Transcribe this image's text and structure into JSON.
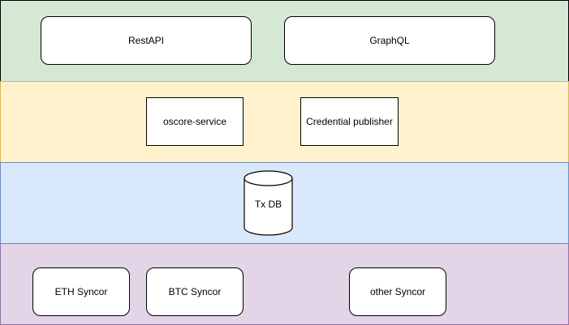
{
  "layers": {
    "api": {
      "boxes": {
        "restapi": "RestAPI",
        "graphql": "GraphQL"
      }
    },
    "service": {
      "boxes": {
        "oscore": "oscore-service",
        "credential_publisher": "Credential publisher"
      }
    },
    "data": {
      "database": "Tx DB"
    },
    "sync": {
      "boxes": {
        "eth": "ETH Syncor",
        "btc": "BTC Syncor",
        "other": "other Syncor"
      }
    }
  },
  "colors": {
    "api_layer": "#d5e8d4",
    "service_layer": "#fff2cc",
    "data_layer": "#dae8fc",
    "sync_layer": "#e1d5e7"
  }
}
